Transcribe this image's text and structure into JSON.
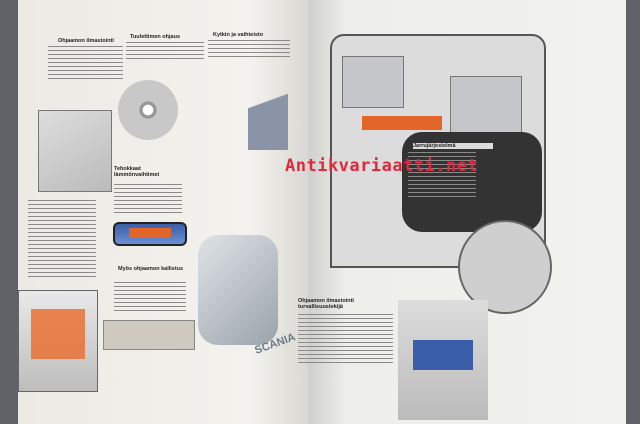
{
  "left_page": {
    "headings": [
      "Ohjaamon ilmastointi",
      "Tuulettimen ohjaus",
      "Kytkin ja vaihteisto",
      "Tehokkaat lämmönvaihtimet",
      "Myös ohjaamon kallistus"
    ]
  },
  "right_page": {
    "headings": [
      "Jarrujärjestelmä",
      "Ohjaamon ilmastointi turvallisuustekijä"
    ]
  },
  "brand": "SCANIA",
  "watermark": "Antikvariaatti.net"
}
